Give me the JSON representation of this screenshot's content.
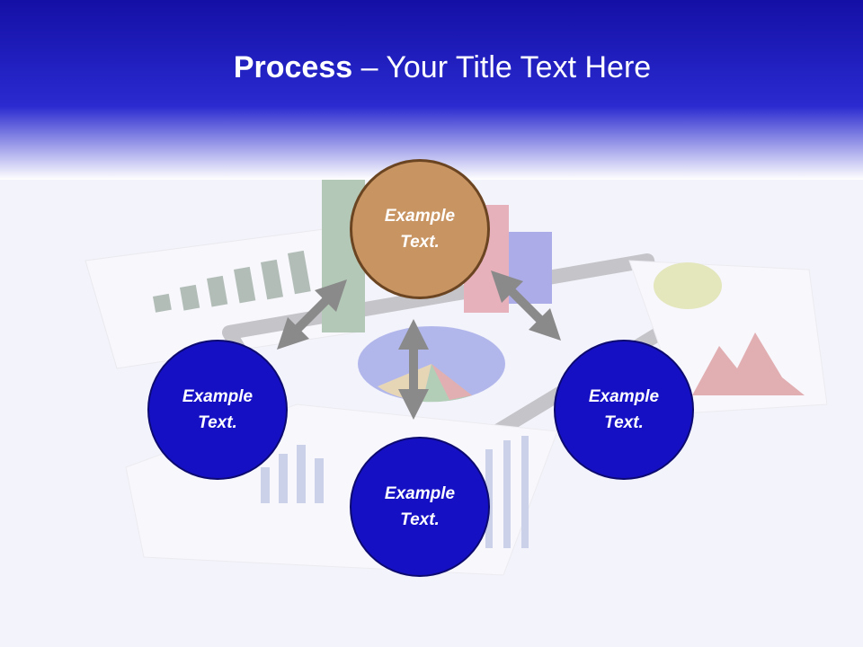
{
  "slide": {
    "title_bold": "Process",
    "title_rest": " – Your Title Text Here"
  },
  "nodes": [
    {
      "id": "top",
      "text": "Example Text."
    },
    {
      "id": "left",
      "text": "Example Text."
    },
    {
      "id": "bottom",
      "text": "Example Text."
    },
    {
      "id": "right",
      "text": "Example Text."
    }
  ],
  "colors": {
    "header": "#1410a6",
    "node_blue": "#1510c4",
    "node_orange": "#c89462",
    "arrow": "#8a8a8a"
  }
}
